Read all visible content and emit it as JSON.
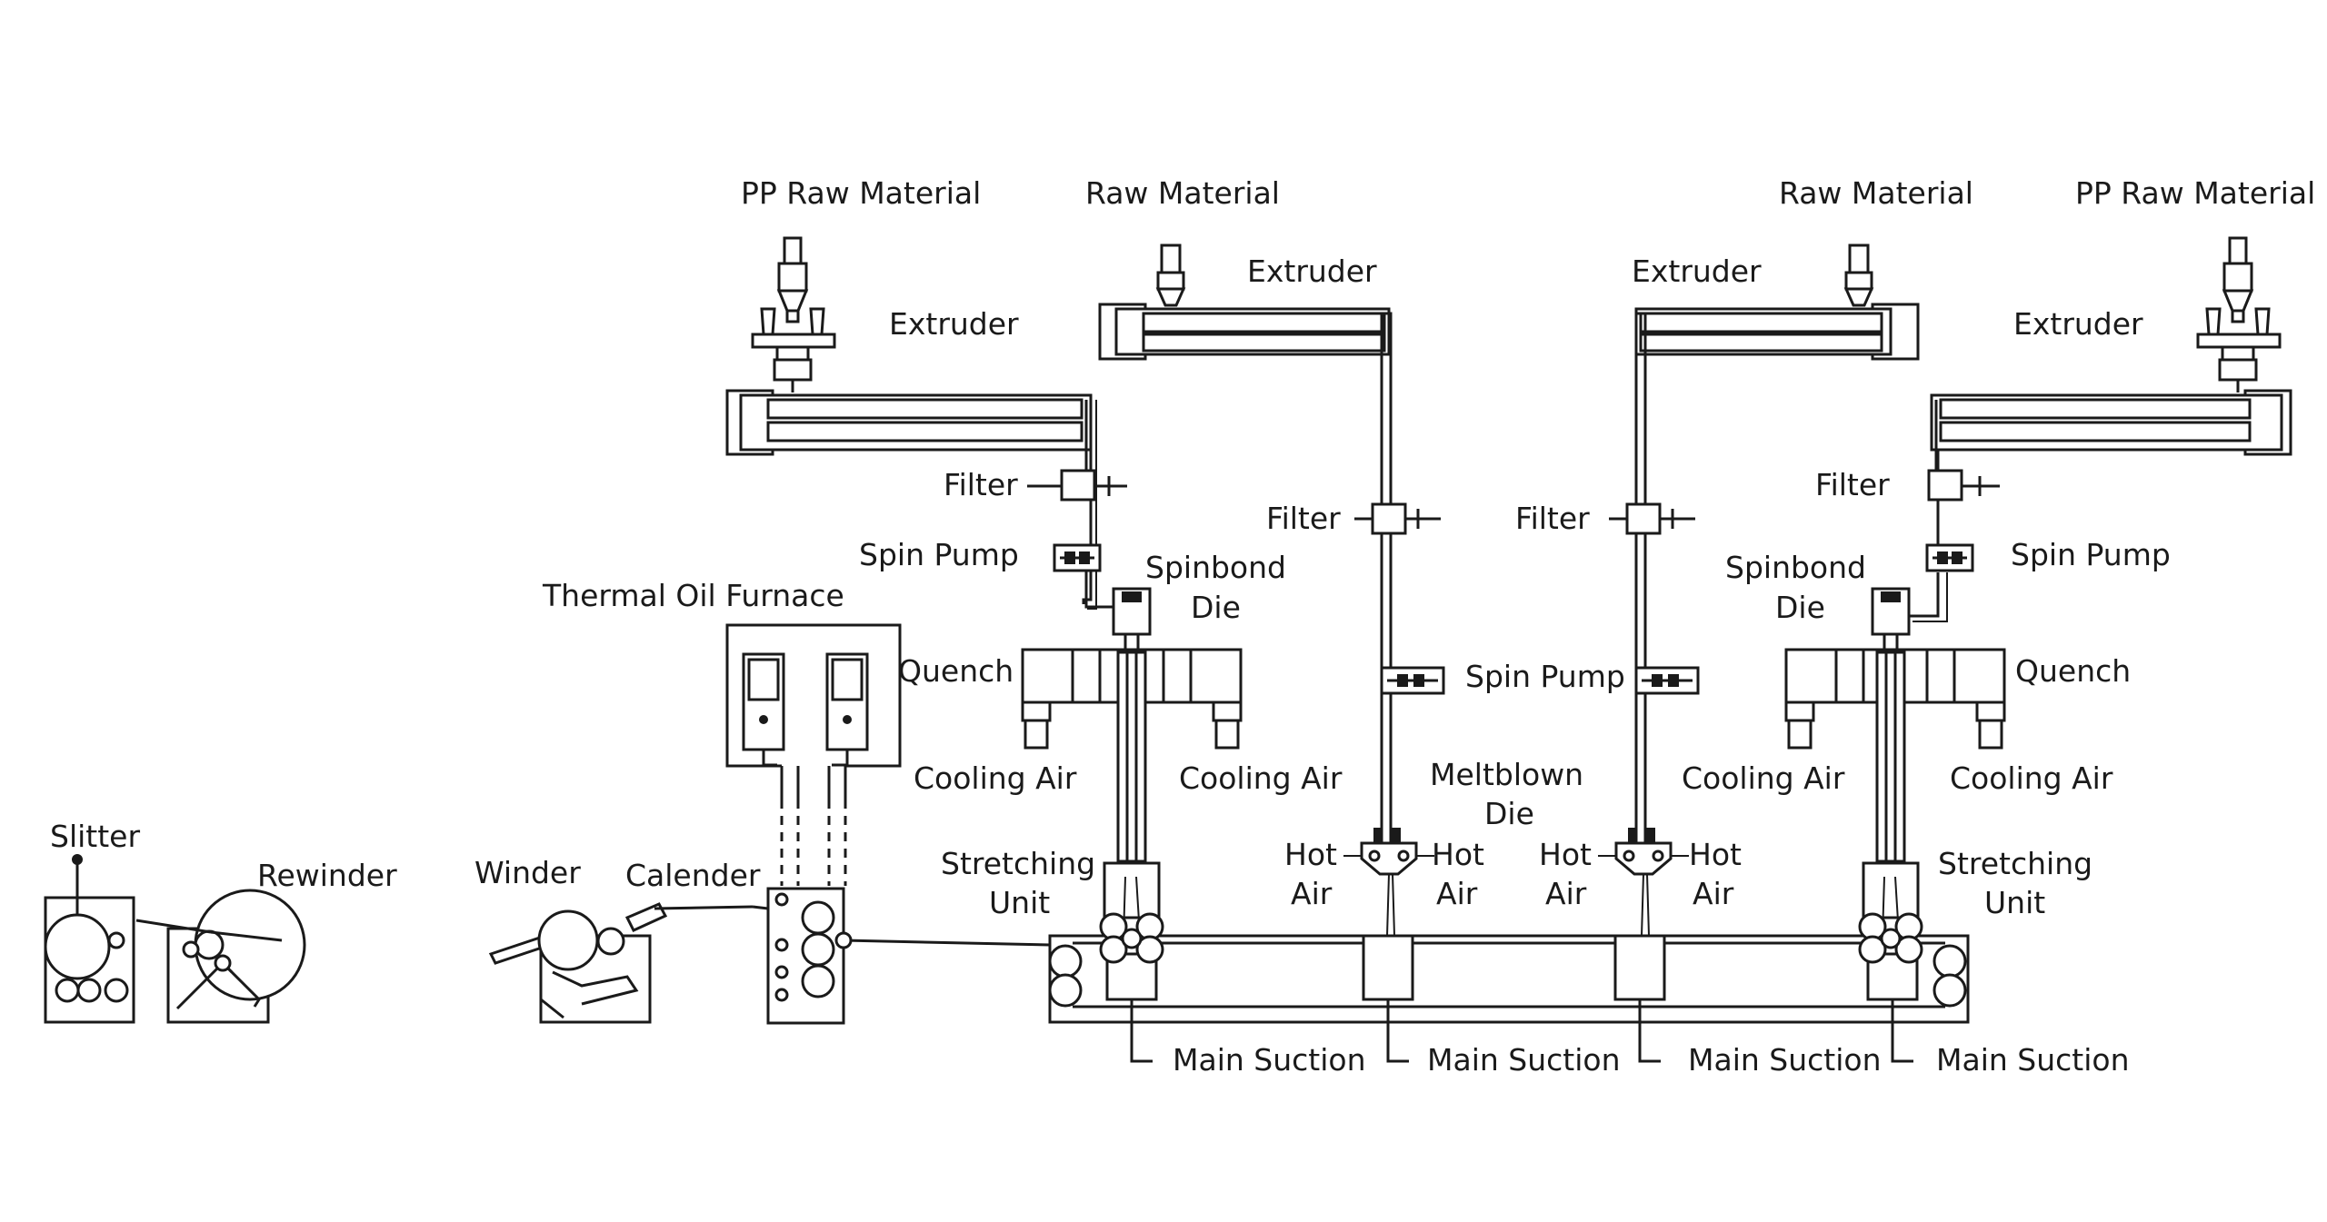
{
  "labels": {
    "pp_raw_material_left": "PP Raw Material",
    "raw_material_left": "Raw Material",
    "raw_material_right": "Raw Material",
    "pp_raw_material_right": "PP Raw Material",
    "extruder_1": "Extruder",
    "extruder_2": "Extruder",
    "extruder_3": "Extruder",
    "extruder_4": "Extruder",
    "filter_1": "Filter",
    "filter_2": "Filter",
    "filter_3": "Filter",
    "filter_4": "Filter",
    "spin_pump_1": "Spin Pump",
    "spin_pump_2": "Spin Pump",
    "spin_pump_4": "Spin Pump",
    "spinbond_die_left_l1": "Spinbond",
    "spinbond_die_left_l2": "Die",
    "spinbond_die_right_l1": "Spinbond",
    "spinbond_die_right_l2": "Die",
    "thermal_oil_furnace": "Thermal Oil Furnace",
    "quench_left": "Quench",
    "quench_right": "Quench",
    "cooling_air_1": "Cooling Air",
    "cooling_air_2": "Cooling Air",
    "cooling_air_3": "Cooling Air",
    "cooling_air_4": "Cooling Air",
    "meltblown_die_l1": "Meltblown",
    "meltblown_die_l2": "Die",
    "hot_air_1_l1": "Hot",
    "hot_air_1_l2": "Air",
    "hot_air_2_l1": "Hot",
    "hot_air_2_l2": "Air",
    "hot_air_3_l1": "Hot",
    "hot_air_3_l2": "Air",
    "hot_air_4_l1": "Hot",
    "hot_air_4_l2": "Air",
    "stretching_unit_left_l1": "Stretching",
    "stretching_unit_left_l2": "Unit",
    "stretching_unit_right_l1": "Stretching",
    "stretching_unit_right_l2": "Unit",
    "slitter": "Slitter",
    "rewinder": "Rewinder",
    "winder": "Winder",
    "calender": "Calender",
    "main_suction_1": "Main Suction",
    "main_suction_2": "Main Suction",
    "main_suction_3": "Main Suction",
    "main_suction_4": "Main Suction"
  }
}
